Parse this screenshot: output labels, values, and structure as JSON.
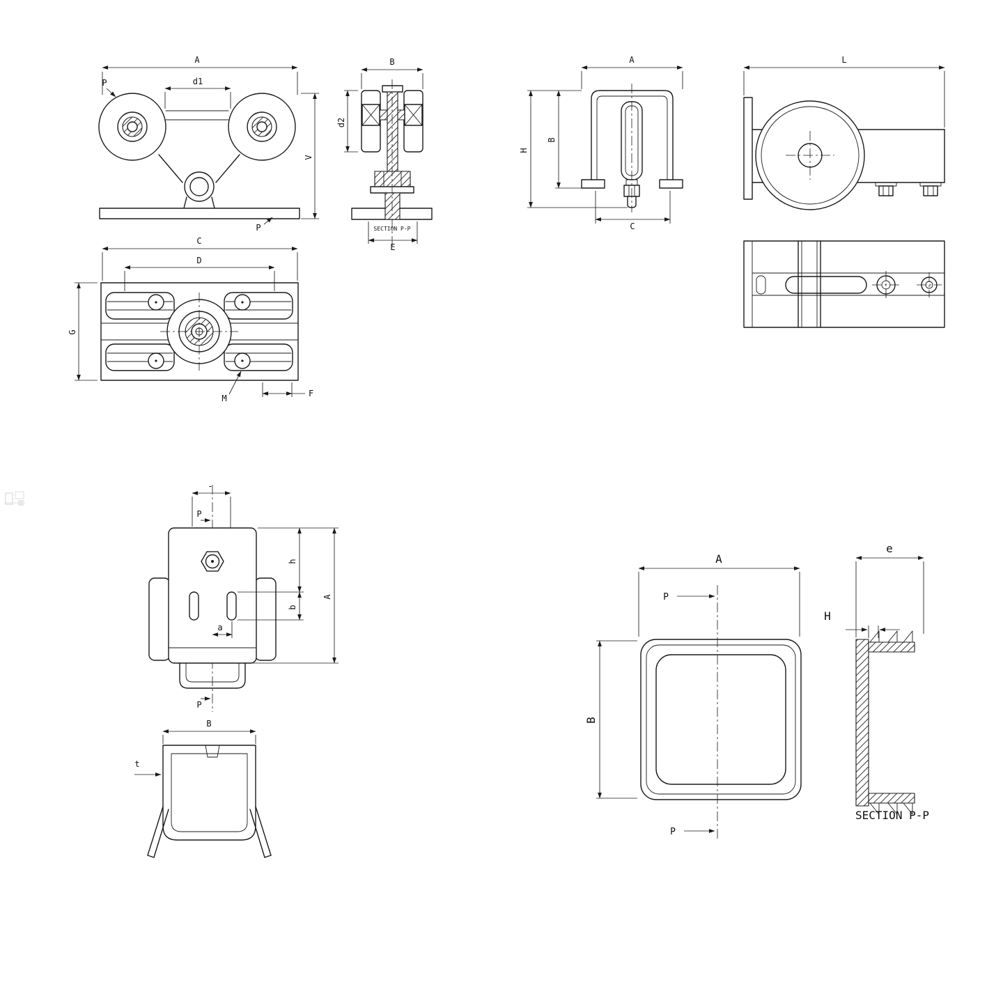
{
  "colors": {
    "line": "#1a1a1a",
    "background": "#ffffff"
  },
  "labels": {
    "trolley_front": {
      "a": "A",
      "d1": "d1",
      "v": "V",
      "p_top": "P",
      "p_bottom": "P"
    },
    "trolley_side": {
      "b": "B",
      "d2": "d2",
      "e": "E",
      "section": "SECTION P-P"
    },
    "trolley_top": {
      "c": "C",
      "d": "D",
      "g": "G",
      "m": "M",
      "f": "F"
    },
    "bracket_front": {
      "a": "A",
      "h": "H",
      "b": "B",
      "c": "C"
    },
    "bracket_side": {
      "l": "L"
    },
    "guide_top": {
      "top": "-",
      "p_top": "P",
      "a_small": "a",
      "h": "h",
      "b": "b",
      "a": "A",
      "p_bottom": "P"
    },
    "guide_front": {
      "b": "B",
      "t": "t"
    },
    "cap_front": {
      "a": "A",
      "b": "B",
      "p_top": "P",
      "p_bottom": "P"
    },
    "cap_side": {
      "e": "e",
      "h": "H",
      "section": "SECTION P-P"
    }
  }
}
